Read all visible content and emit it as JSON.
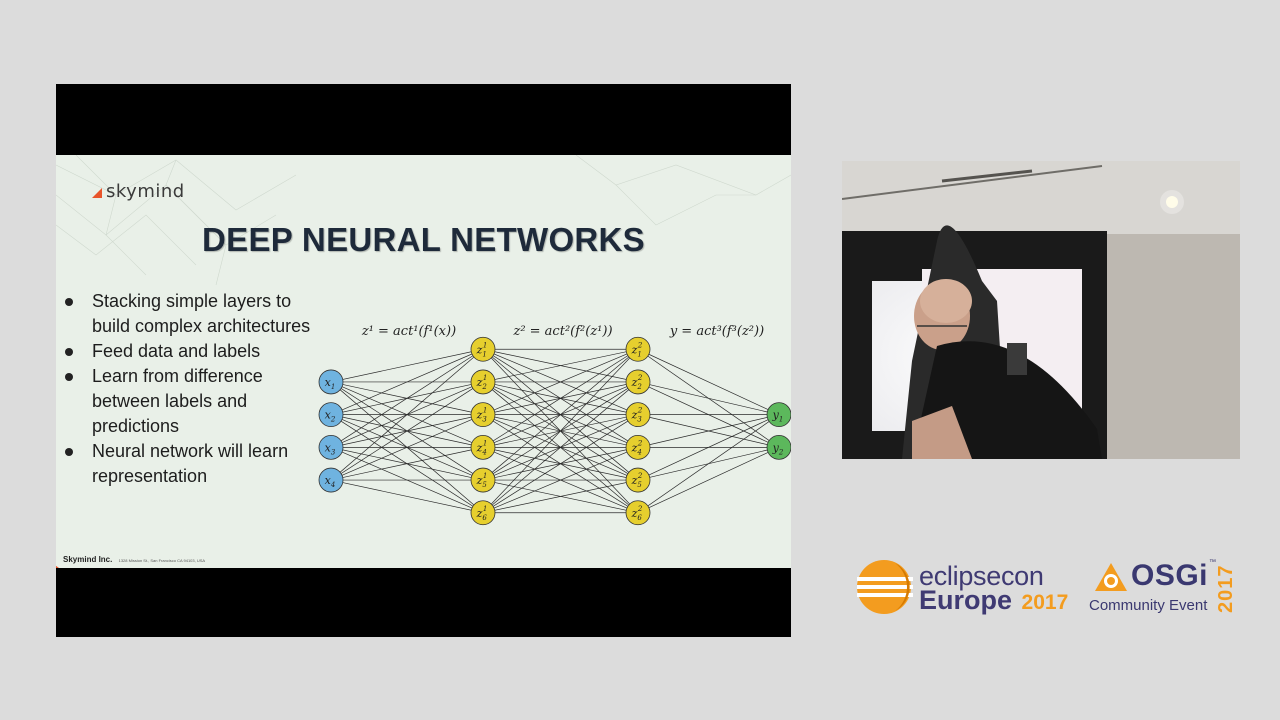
{
  "slide": {
    "brand": "skymind",
    "title": "DEEP NEURAL NETWORKS",
    "bullets": [
      "Stacking simple layers to build complex architectures",
      "Feed data and labels",
      "Learn from difference between labels and predictions",
      "Neural network will learn representation"
    ],
    "footer_company": "Skymind Inc.",
    "footer_address": "1328 Mission St., San Francisco CA 94103, USA",
    "network": {
      "equations": [
        "z¹ = act¹(f¹(x))",
        "z² = act²(f²(z¹))",
        "y = act³(f³(z²))"
      ],
      "layers": [
        {
          "name": "input",
          "base": "x",
          "sup": "",
          "subs": [
            "1",
            "2",
            "3",
            "4"
          ],
          "color": "#6fb3e0"
        },
        {
          "name": "hidden-1",
          "base": "z",
          "sup": "1",
          "subs": [
            "1",
            "2",
            "3",
            "4",
            "5",
            "6"
          ],
          "color": "#e6cf2e"
        },
        {
          "name": "hidden-2",
          "base": "z",
          "sup": "2",
          "subs": [
            "1",
            "2",
            "3",
            "4",
            "5",
            "6"
          ],
          "color": "#e6cf2e"
        },
        {
          "name": "output",
          "base": "y",
          "sup": "",
          "subs": [
            "1",
            "2"
          ],
          "color": "#5cb85c"
        }
      ]
    }
  },
  "colors": {
    "page_background": "#dcdcdc",
    "slide_background": "#e9f0e8",
    "brand_accent": "#e8542a",
    "eclipsecon_orange": "#f39c1f",
    "eclipsecon_purple": "#3f3a73"
  },
  "event_logo": {
    "line1": "eclipsecon",
    "line2": "Europe",
    "year": "2017",
    "osgi": "OSGi",
    "osgi_tm": "™",
    "osgi_sub": "Community Event",
    "osgi_year": "2017"
  }
}
